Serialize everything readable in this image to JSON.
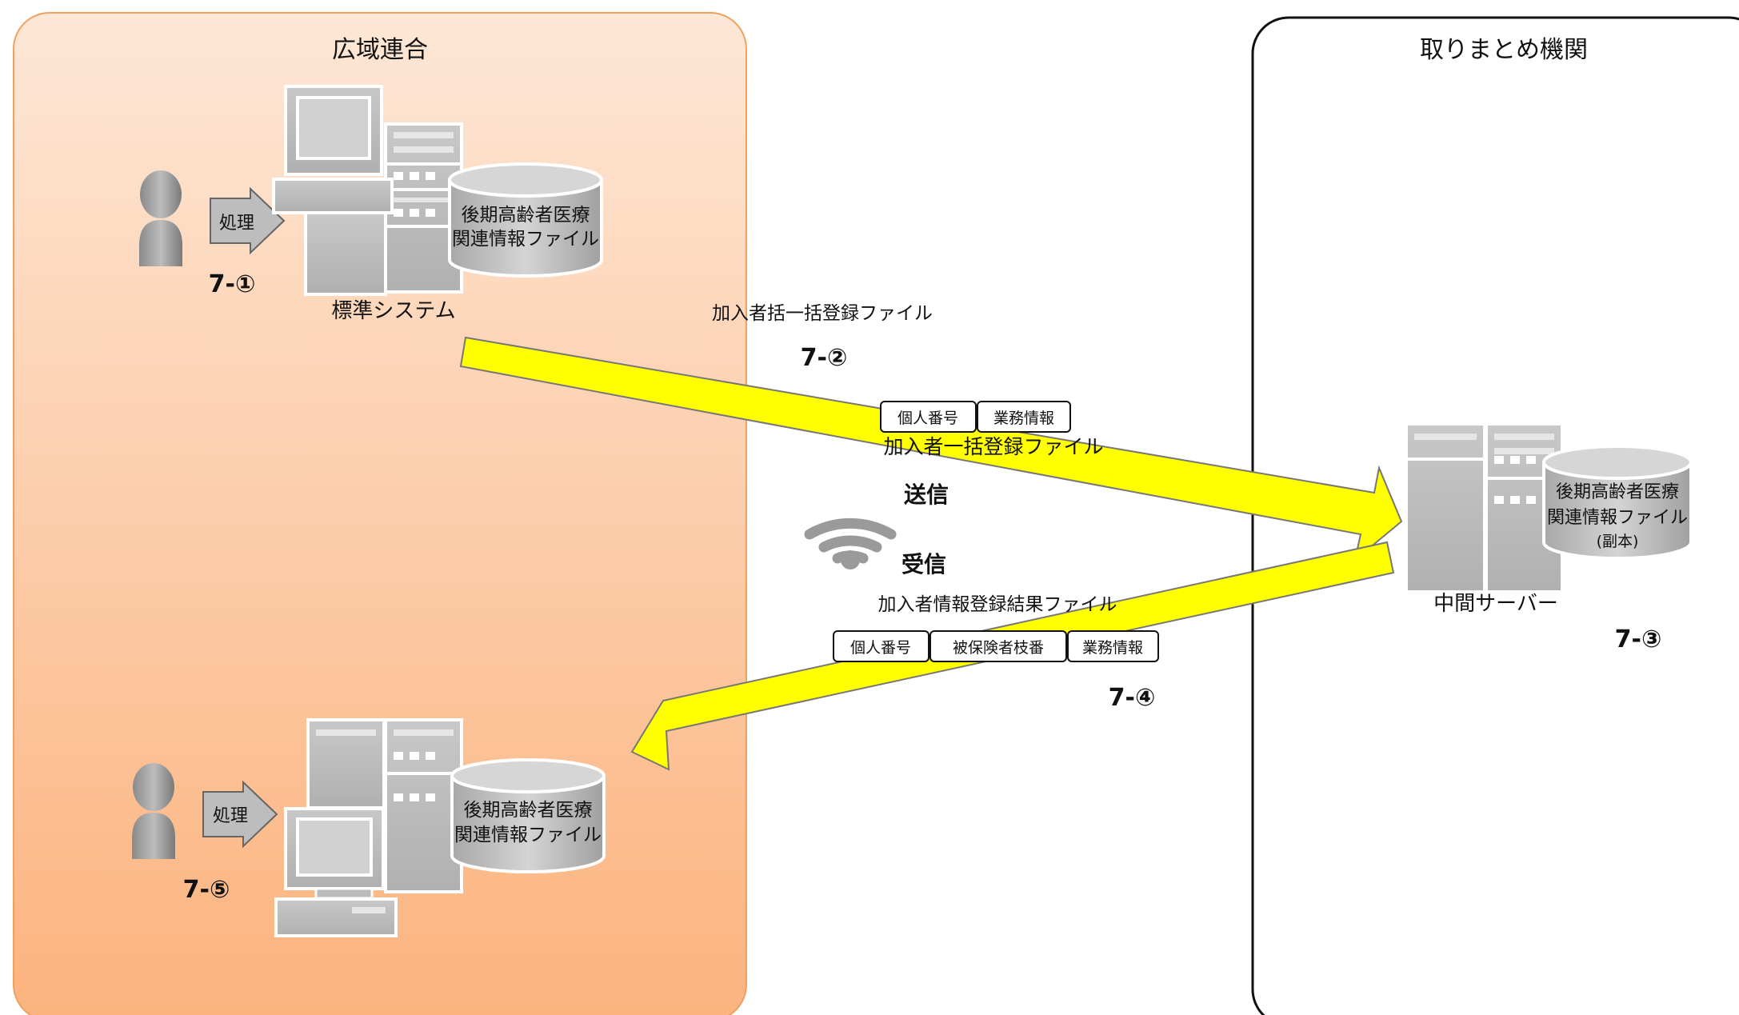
{
  "regions": {
    "left_title": "広域連合",
    "right_title": "取りまとめ機関"
  },
  "top_system": {
    "process_label": "処理",
    "step": "7-①",
    "system_label": "標準システム",
    "db_line1": "後期高齢者医療",
    "db_line2": "関連情報ファイル"
  },
  "send_flow": {
    "file_title": "加入者括一括登録ファイル",
    "step": "7-②",
    "fields": [
      "個人番号",
      "業務情報"
    ],
    "file_caption": "加入者一括登録ファイル",
    "send_label": "送信"
  },
  "receive_flow": {
    "receive_label": "受信",
    "file_title": "加入者情報登録結果ファイル",
    "fields": [
      "個人番号",
      "被保険者枝番",
      "業務情報"
    ],
    "step": "7-④"
  },
  "middle_server": {
    "label": "中間サーバー",
    "step": "7-③",
    "db_line1": "後期高齢者医療",
    "db_line2": "関連情報ファイル",
    "db_line3": "(副本)"
  },
  "bottom_system": {
    "process_label": "処理",
    "step": "7-⑤",
    "db_line1": "後期高齢者医療",
    "db_line2": "関連情報ファイル"
  },
  "icons": [
    "person-icon",
    "process-arrow-icon",
    "desktop-computer-icon",
    "server-tower-icon",
    "database-cylinder-icon",
    "wifi-icon"
  ],
  "colors": {
    "left_region_top": "#fde6d5",
    "left_region_bottom": "#fcb27c",
    "left_region_border": "#f0a060",
    "arrow_fill": "#ffff00",
    "device_gray": "#bdbdbd"
  }
}
